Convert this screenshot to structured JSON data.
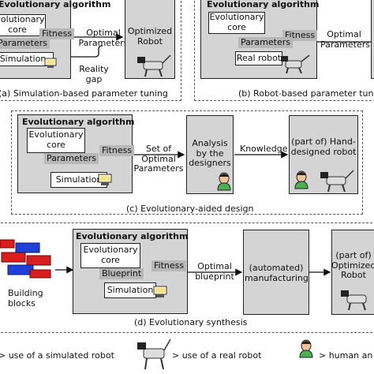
{
  "panel_a": {
    "ea_title": "Evolutionary algorithm",
    "core": "Evolutionary core",
    "fitness": "Fitness",
    "parameters": "Parameters",
    "simulation": "Simulation",
    "arrow_label": "Optimal Parameters",
    "reality_gap": "Reality gap",
    "output": "Optimized Robot",
    "caption": "(a) Simulation-based parameter tuning"
  },
  "panel_b": {
    "ea_title": "Evolutionary algorithm",
    "core": "Evolutionary core",
    "fitness": "Fitness",
    "parameters": "Parameters",
    "real_robot": "Real robot",
    "arrow_label": "Optimal Parameters",
    "caption": "(b) Robot-based parameter tuning"
  },
  "panel_c": {
    "ea_title": "Evolutionary algorithm",
    "core": "Evolutionary core",
    "fitness": "Fitness",
    "parameters": "Parameters",
    "simulation": "Simulation",
    "arrow_label": "Set of Optimal Parameters",
    "analysis": "Analysis by the designers",
    "knowledge": "Knowledge",
    "output": "(part of) Hand-designed robot",
    "caption": "(c) Evolutionary-aided design"
  },
  "panel_d": {
    "blocks": "Building blocks",
    "ea_title": "Evolutionary algorithm",
    "core": "Evolutionary core",
    "fitness": "Fitness",
    "blueprint": "Blueprint",
    "simulation": "Simulation",
    "arrow_label": "Optimal blueprint",
    "manufacturing": "(automated) manufacturing",
    "output": "(part of) Optimized Robot",
    "caption": "(d) Evolutionary synthesis"
  },
  "legend": {
    "simulated": "> use of a simulated robot",
    "real": "> use of a real robot",
    "human": "> human an"
  }
}
